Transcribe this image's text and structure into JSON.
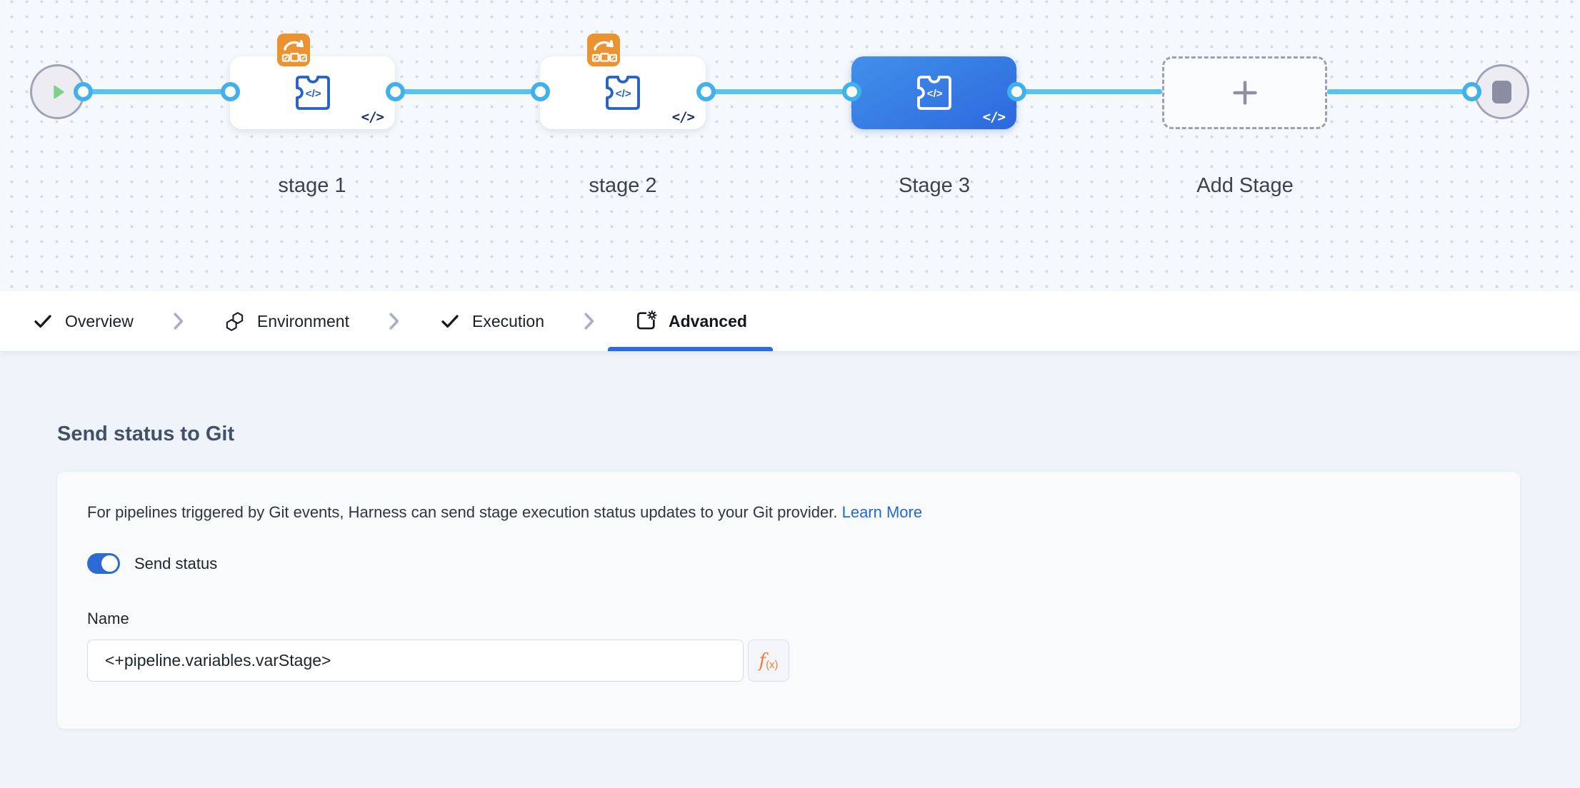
{
  "pipeline": {
    "stages": [
      {
        "label": "stage 1",
        "selected": false,
        "has_badge": true
      },
      {
        "label": "stage 2",
        "selected": false,
        "has_badge": true
      },
      {
        "label": "Stage 3",
        "selected": true,
        "has_badge": false
      }
    ],
    "add_stage_label": "Add Stage",
    "code_glyph": "</>"
  },
  "tabs": {
    "items": [
      {
        "label": "Overview",
        "icon": "check-icon"
      },
      {
        "label": "Environment",
        "icon": "hexagons-icon"
      },
      {
        "label": "Execution",
        "icon": "check-icon"
      },
      {
        "label": "Advanced",
        "icon": "doc-gear-icon"
      }
    ],
    "active": "Advanced"
  },
  "panel": {
    "heading": "Send status to Git",
    "description": "For pipelines triggered by Git events, Harness can send stage execution status updates to your Git provider.",
    "learn_more_label": "Learn More",
    "toggle_label": "Send status",
    "toggle_state": "on",
    "name_label": "Name",
    "name_value": "<+pipeline.variables.varStage>",
    "fx_f": "f",
    "fx_sub": "(x)"
  },
  "colors": {
    "accent_blue": "#2e6be2",
    "selected_stage_start": "#4190ea",
    "selected_stage_end": "#2d68de",
    "connector_line": "#5ac2f1",
    "connector_ring": "#41b1ee",
    "badge_orange": "#eb9331",
    "toggle_blue": "#2c6bd6",
    "link_blue": "#1f6bcd",
    "fx_orange": "#ee7e3e",
    "play_green": "#7fd089"
  }
}
